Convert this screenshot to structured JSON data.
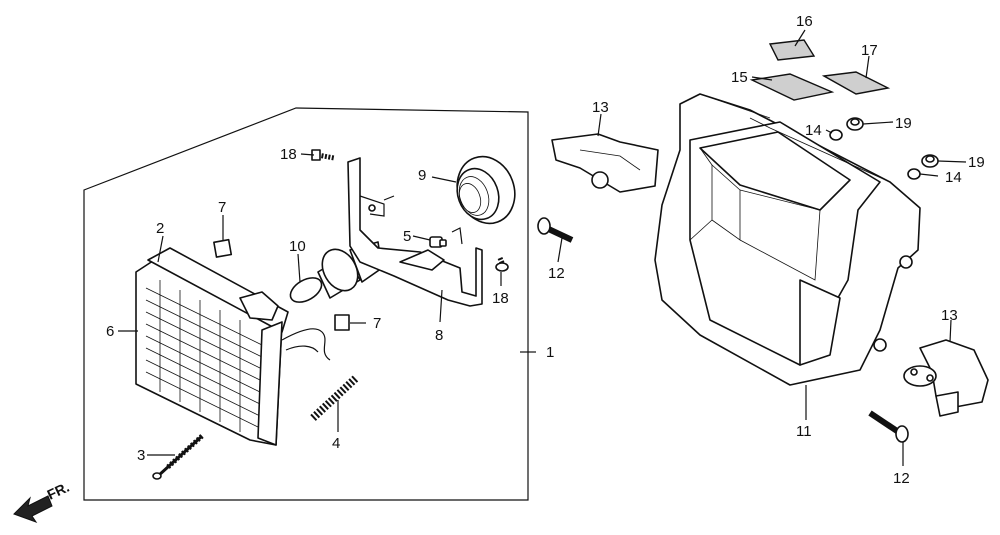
{
  "callouts": [
    {
      "id": "c1",
      "text": "1"
    },
    {
      "id": "c2",
      "text": "2"
    },
    {
      "id": "c3",
      "text": "3"
    },
    {
      "id": "c4",
      "text": "4"
    },
    {
      "id": "c5",
      "text": "5"
    },
    {
      "id": "c6",
      "text": "6"
    },
    {
      "id": "c7a",
      "text": "7"
    },
    {
      "id": "c7b",
      "text": "7"
    },
    {
      "id": "c8",
      "text": "8"
    },
    {
      "id": "c9",
      "text": "9"
    },
    {
      "id": "c10",
      "text": "10"
    },
    {
      "id": "c11",
      "text": "11"
    },
    {
      "id": "c12a",
      "text": "12"
    },
    {
      "id": "c12b",
      "text": "12"
    },
    {
      "id": "c13a",
      "text": "13"
    },
    {
      "id": "c13b",
      "text": "13"
    },
    {
      "id": "c14a",
      "text": "14"
    },
    {
      "id": "c14b",
      "text": "14"
    },
    {
      "id": "c15",
      "text": "15"
    },
    {
      "id": "c16",
      "text": "16"
    },
    {
      "id": "c17",
      "text": "17"
    },
    {
      "id": "c18a",
      "text": "18"
    },
    {
      "id": "c18b",
      "text": "18"
    },
    {
      "id": "c19a",
      "text": "19"
    },
    {
      "id": "c19b",
      "text": "19"
    }
  ],
  "front_arrow": {
    "label": "FR."
  }
}
